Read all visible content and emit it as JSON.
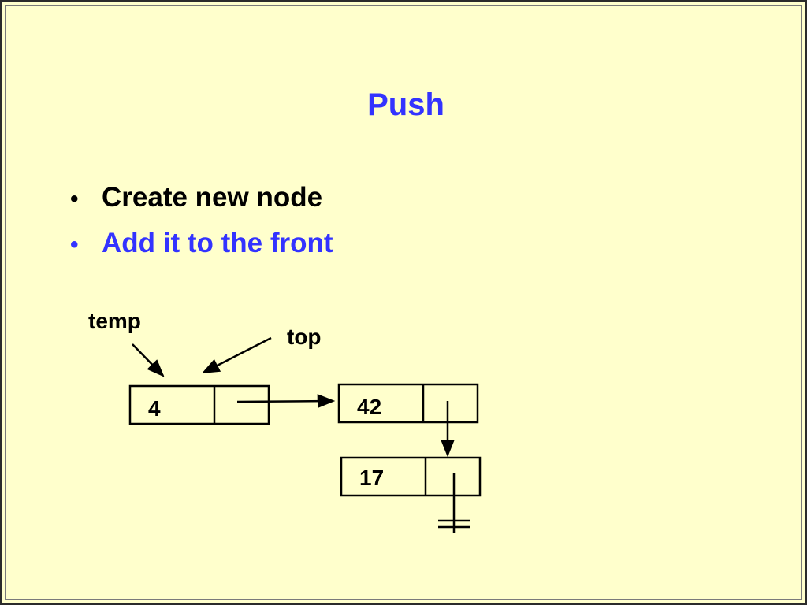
{
  "slide": {
    "title": "Push",
    "bullets": [
      {
        "text": "Create new node",
        "color": "#000000"
      },
      {
        "text": "Add it to the front",
        "color": "#3333ff"
      }
    ]
  },
  "diagram": {
    "pointers": {
      "temp": "temp",
      "top": "top"
    },
    "nodes": [
      {
        "value": "4"
      },
      {
        "value": "42"
      },
      {
        "value": "17"
      }
    ]
  },
  "colors": {
    "background": "#ffffcc",
    "accent": "#3333ff",
    "text": "#000000"
  }
}
